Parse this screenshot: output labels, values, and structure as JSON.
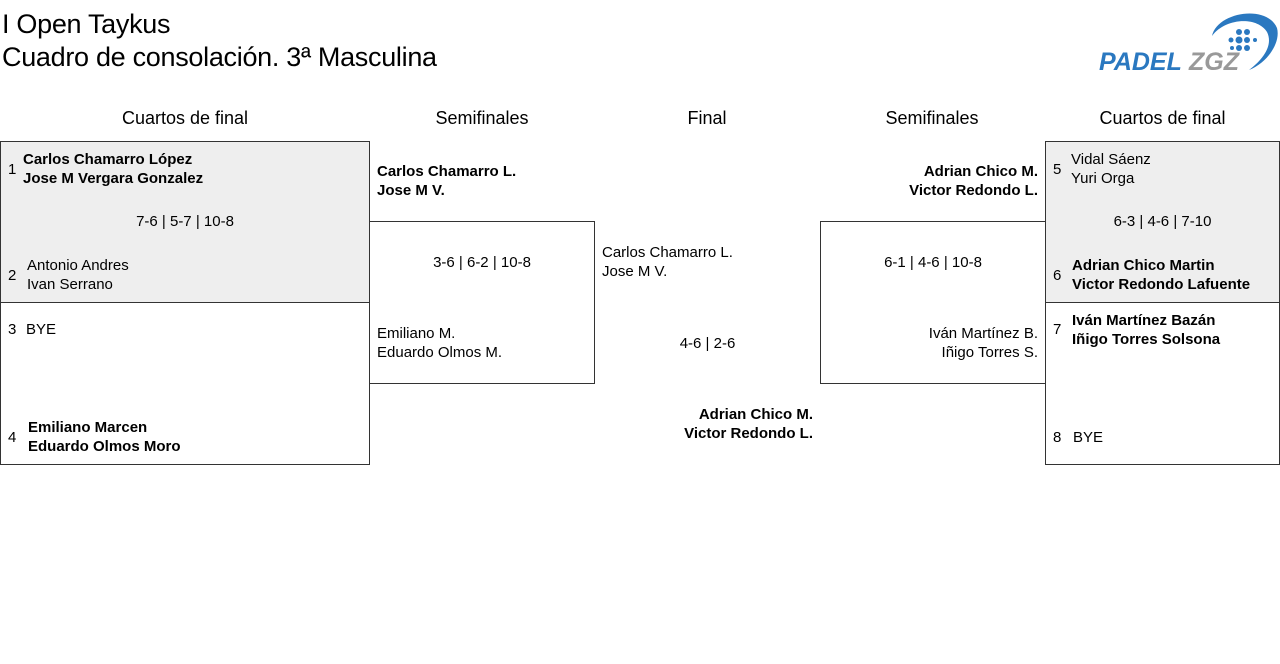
{
  "header": {
    "line1": "I Open Taykus",
    "line2": "Cuadro de consolación. 3ª Masculina",
    "logo_text": "PADELZGZ"
  },
  "rounds": {
    "qf_left": "Cuartos de final",
    "sf_left": "Semifinales",
    "final": "Final",
    "sf_right": "Semifinales",
    "qf_right": "Cuartos de final"
  },
  "qf_left": [
    {
      "seed_a": "1",
      "a1": "Carlos Chamarro López",
      "a2": "Jose M Vergara Gonzalez",
      "score": "7-6 | 5-7 | 10-8",
      "seed_b": "2",
      "b1": "Antonio Andres",
      "b2": "Ivan Serrano"
    },
    {
      "seed_a": "3",
      "a1": "BYE",
      "seed_b": "4",
      "b1": "Emiliano Marcen",
      "b2": "Eduardo Olmos Moro"
    }
  ],
  "sf_left": {
    "a1": "Carlos Chamarro L.",
    "a2": "Jose M V.",
    "score": "3-6 | 6-2 | 10-8",
    "b1": "Emiliano M.",
    "b2": "Eduardo Olmos M."
  },
  "final": {
    "a1": "Carlos Chamarro L.",
    "a2": "Jose M V.",
    "score": "4-6 | 2-6",
    "b1": "Adrian Chico M.",
    "b2": "Victor Redondo L."
  },
  "sf_right": {
    "a1": "Adrian Chico M.",
    "a2": "Victor Redondo L.",
    "score": "6-1 | 4-6 | 10-8",
    "b1": "Iván Martínez B.",
    "b2": "Iñigo Torres S."
  },
  "qf_right": [
    {
      "seed_a": "5",
      "a1": "Vidal Sáenz",
      "a2": "Yuri Orga",
      "score": "6-3 | 4-6 | 7-10",
      "seed_b": "6",
      "b1": "Adrian Chico Martin",
      "b2": "Victor Redondo Lafuente"
    },
    {
      "seed_a": "7",
      "a1": "Iván Martínez Bazán",
      "a2": "Iñigo Torres Solsona",
      "seed_b": "8",
      "b1": "BYE"
    }
  ],
  "colors": {
    "brand_blue": "#2a78c0",
    "brand_gray": "#999999",
    "winner_bg": "#eeeeee"
  }
}
